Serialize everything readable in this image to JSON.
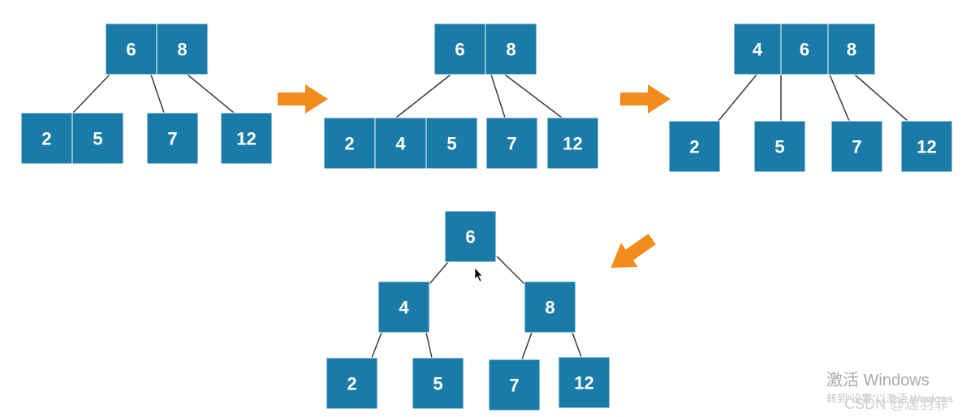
{
  "steps": [
    {
      "root": [
        "6",
        "8"
      ],
      "children": [
        [
          "2",
          "5"
        ],
        [
          "7"
        ],
        [
          "12"
        ]
      ]
    },
    {
      "root": [
        "6",
        "8"
      ],
      "children": [
        [
          "2",
          "4",
          "5"
        ],
        [
          "7"
        ],
        [
          "12"
        ]
      ]
    },
    {
      "root": [
        "4",
        "6",
        "8"
      ],
      "children": [
        [
          "2"
        ],
        [
          "5"
        ],
        [
          "7"
        ],
        [
          "12"
        ]
      ]
    },
    {
      "root": [
        "6"
      ],
      "level2": [
        [
          "4"
        ],
        [
          "8"
        ]
      ],
      "leaves": [
        [
          "2"
        ],
        [
          "5"
        ],
        [
          "7"
        ],
        [
          "12"
        ]
      ]
    }
  ],
  "colors": {
    "node": "#1a7aa8",
    "arrow": "#f28c1c",
    "edge": "#3a3a3a",
    "text": "#ffffff"
  },
  "watermark": {
    "activate": "激活 Windows",
    "hint": "转到“设置”以激活 Windows",
    "csdn": "CSDN @逸羽菲"
  }
}
